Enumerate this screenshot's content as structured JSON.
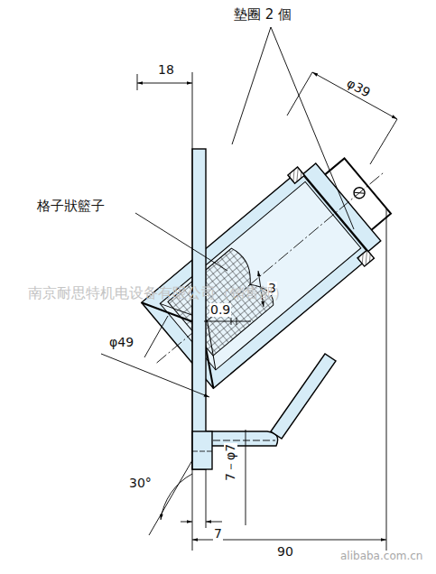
{
  "diagram": {
    "labels": [
      "墊圈 2 個",
      "18",
      "φ39",
      "格子狀籃子",
      "3",
      "0.9",
      "φ49",
      "30°",
      "7－φ7",
      "7",
      "90",
      "南京耐思特机电设备有限公司（销售部）",
      "alibaba.com.cn"
    ]
  }
}
